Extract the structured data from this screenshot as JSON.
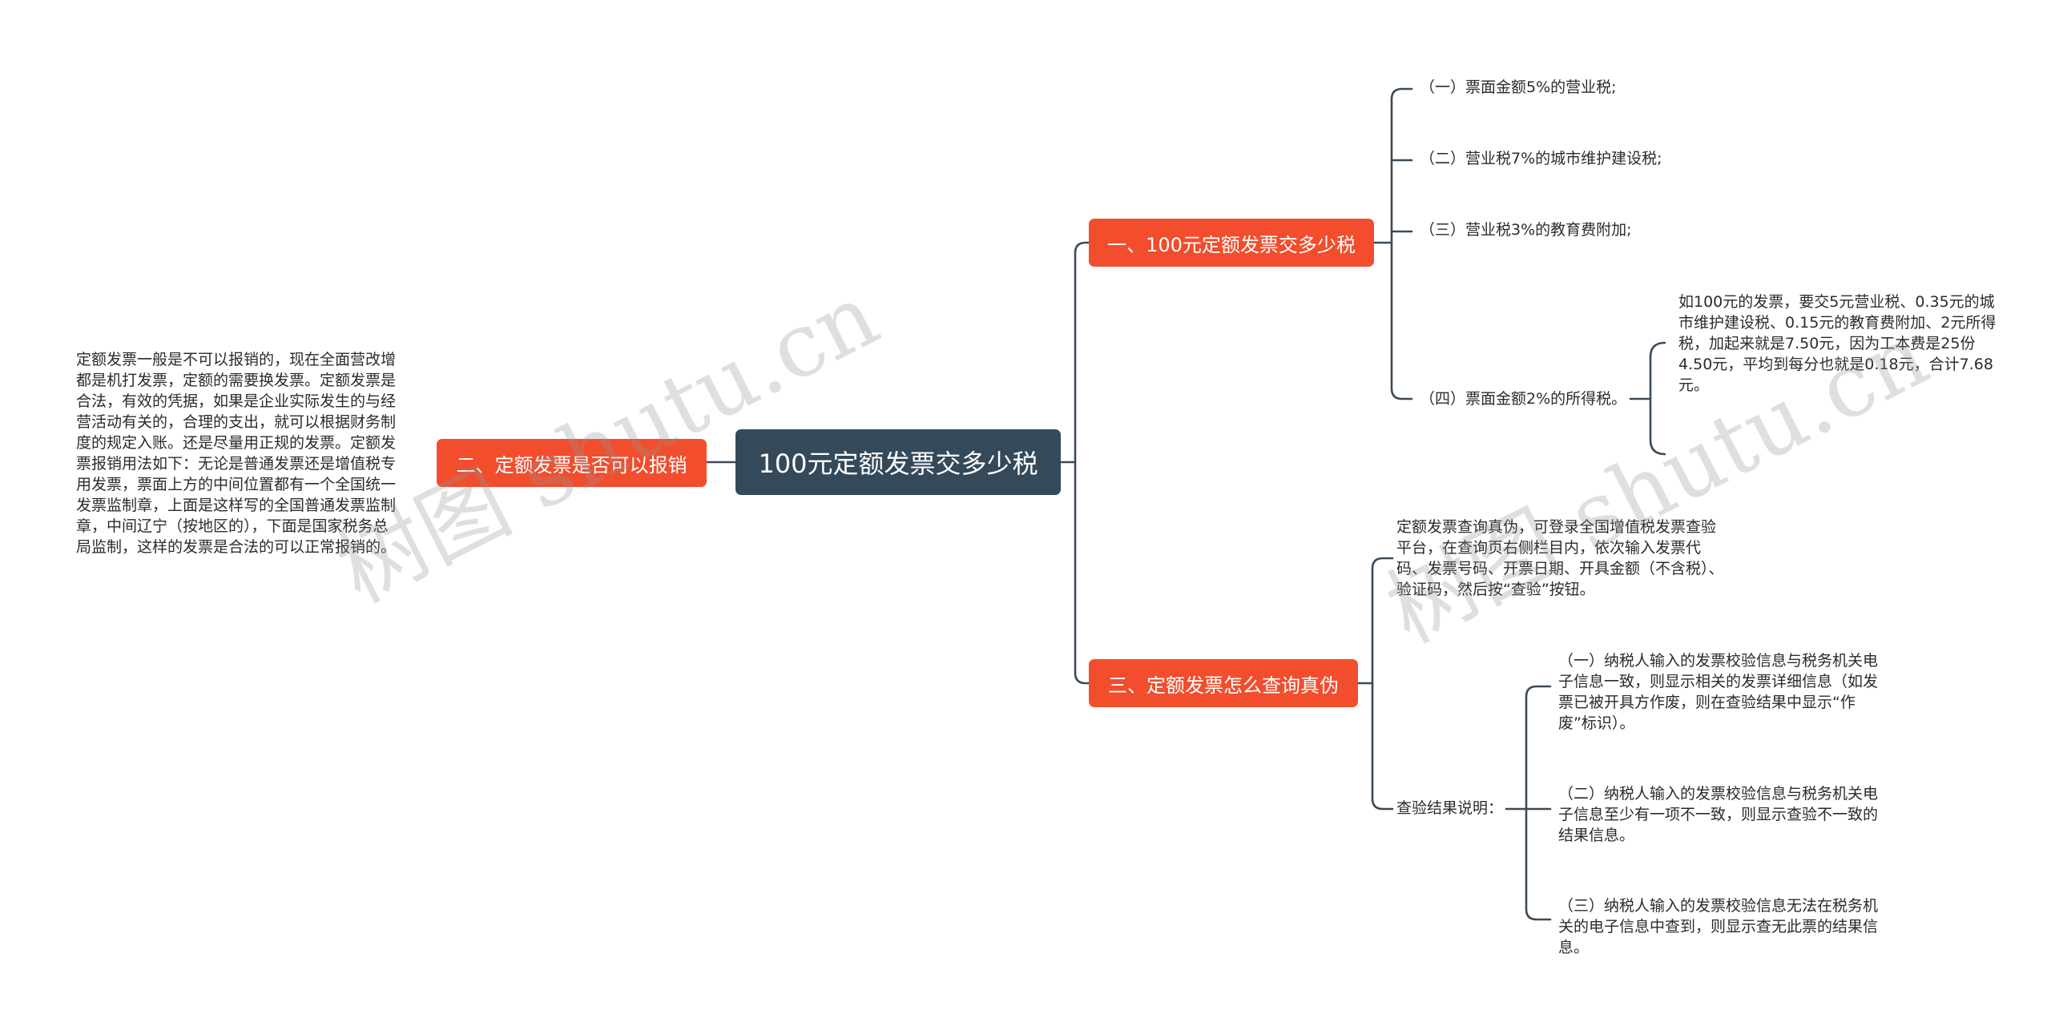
{
  "root": {
    "label": "100元定额发票交多少税"
  },
  "branches": [
    {
      "label": "一、100元定额发票交多少税",
      "children": [
        "（一）票面金额5%的营业税;",
        "（二）营业税7%的城市维护建设税;",
        "（三）营业税3%的教育费附加;",
        "（四）票面金额2%的所得税。"
      ],
      "detail": "如100元的发票，要交5元营业税、0.35元的城市维护建设税、0.15元的教育费附加、2元所得税，加起来就是7.50元，因为工本费是25份4.50元，平均到每分也就是0.18元，合计7.68元。"
    },
    {
      "label": "二、定额发票是否可以报销",
      "detail": "定额发票一般是不可以报销的，现在全面营改增都是机打发票，定额的需要换发票。定额发票是合法，有效的凭据，如果是企业实际发生的与经营活动有关的，合理的支出，就可以根据财务制度的规定入账。还是尽量用正规的发票。定额发票报销用法如下：无论是普通发票还是增值税专用发票，票面上方的中间位置都有一个全国统一发票监制章，上面是这样写的全国普通发票监制章，中间辽宁（按地区的），下面是国家税务总局监制，这样的发票是合法的可以正常报销的。"
    },
    {
      "label": "三、定额发票怎么查询真伪",
      "method": "定额发票查询真伪，可登录全国增值税发票查验平台，在查询页右侧栏目内，依次输入发票代码、发票号码、开票日期、开具金额（不含税）、验证码，然后按“查验”按钮。",
      "result_label": "查验结果说明：",
      "results": [
        "（一）纳税人输入的发票校验信息与税务机关电子信息一致，则显示相关的发票详细信息（如发票已被开具方作废，则在查验结果中显示“作废”标识）。",
        "（二）纳税人输入的发票校验信息与税务机关电子信息至少有一项不一致，则显示查验不一致的结果信息。",
        "（三）纳税人输入的发票校验信息无法在税务机关的电子信息中查到，则显示查无此票的结果信息。"
      ]
    }
  ],
  "watermarks": [
    "树图 shutu.cn",
    "树图 shutu.cn"
  ],
  "colors": {
    "root": "#34495a",
    "branch": "#f24d2d",
    "line": "#3c4a57"
  }
}
